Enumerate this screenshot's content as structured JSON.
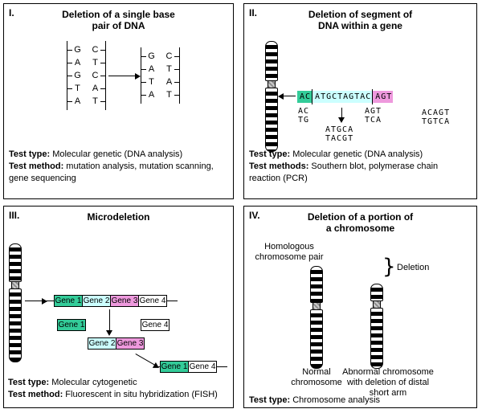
{
  "panel1": {
    "numeral": "I.",
    "title_line1": "Deletion of a single base",
    "title_line2": "pair of DNA",
    "ladder_before": [
      [
        "G",
        "C"
      ],
      [
        "A",
        "T"
      ],
      [
        "G",
        "C"
      ],
      [
        "T",
        "A"
      ],
      [
        "A",
        "T"
      ]
    ],
    "ladder_after": [
      [
        "G",
        "C"
      ],
      [
        "A",
        "T"
      ],
      [
        "T",
        "A"
      ],
      [
        "A",
        "T"
      ]
    ],
    "test_type_label": "Test type:",
    "test_type_text": " Molecular genetic (DNA analysis)",
    "test_method_label": "Test method:",
    "test_method_text": " mutation analysis, mutation scanning, gene sequencing"
  },
  "panel2": {
    "numeral": "II.",
    "title_line1": "Deletion of segment of",
    "title_line2": "DNA within a gene",
    "seq_green": "AC",
    "seq_mid": "ATGCTAGTAC",
    "seq_pink": "AGT",
    "frag_left_top": "AC",
    "frag_left_bottom": "TG",
    "frag_mid_top": "ATGCA",
    "frag_mid_bottom": "TACGT",
    "frag_right_top": "AGT",
    "frag_right_bottom": "TCA",
    "result_top": "ACAGT",
    "result_bottom": "TGTCA",
    "test_type_label": "Test type:",
    "test_type_text": " Molecular genetic (DNA analysis)",
    "test_methods_label": "Test methods:",
    "test_methods_text": " Southern blot, polymerase chain reaction (PCR)"
  },
  "panel3": {
    "numeral": "III.",
    "title": "Microdeletion",
    "genes": [
      "Gene 1",
      "Gene 2",
      "Gene 3",
      "Gene 4"
    ],
    "test_type_label": "Test type:",
    "test_type_text": " Molecular cytogenetic",
    "test_method_label": "Test method:",
    "test_method_text": " Fluorescent in situ hybridization (FISH)"
  },
  "panel4": {
    "numeral": "IV.",
    "title_line1": "Deletion of a portion of",
    "title_line2": "a chromosome",
    "homologous_line1": "Homologous",
    "homologous_line2": "chromosome pair",
    "deletion_brace_glyph": "}",
    "deletion_label": "Deletion",
    "normal_line1": "Normal",
    "normal_line2": "chromosome",
    "abnormal_label": "Abnormal chromosome with deletion of distal short arm",
    "test_type_label": "Test type:",
    "test_type_text": " Chromosome analysis"
  },
  "colors": {
    "gene1_green": "#33cc99",
    "gene2_cyan": "#ccffff",
    "gene3_pink": "#ee99dd",
    "segment_green": "#33cc99",
    "segment_cyan": "#ccffff",
    "segment_pink": "#ee99dd",
    "centromere_gray": "#8a8a8a",
    "border_black": "#000000"
  }
}
